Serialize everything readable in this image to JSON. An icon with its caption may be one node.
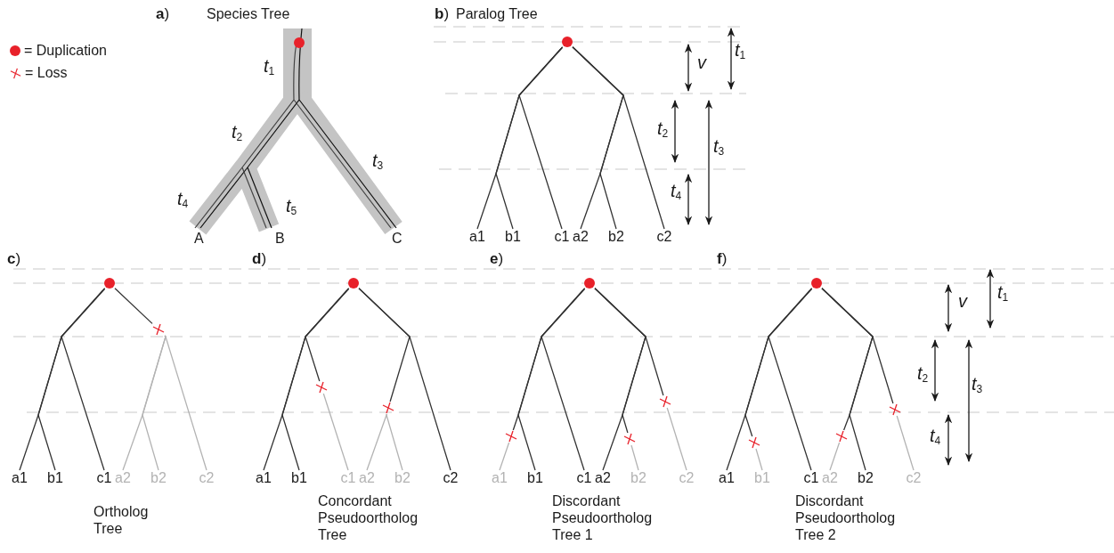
{
  "diagram": {
    "nodes": [
      {
        "text": [],
        "shape": "circle"
      },
      {
        "text": [
          "a1"
        ]
      },
      {
        "text": [
          "b1"
        ]
      },
      {
        "text": [
          "c1"
        ]
      },
      {
        "text": [
          "a2"
        ]
      },
      {
        "text": [
          "b2"
        ]
      },
      {
        "text": [
          "c2"
        ]
      },
      {
        "text": [],
        "shape": "circle"
      },
      {
        "text": [
          "a1"
        ]
      },
      {
        "text": [
          "b1"
        ]
      },
      {
        "text": [
          "c1"
        ]
      },
      {
        "text": [
          "a2"
        ]
      },
      {
        "text": [
          "b2"
        ]
      },
      {
        "text": [
          "c2"
        ]
      },
      {
        "text": [],
        "shape": "cross"
      },
      {
        "text": [],
        "shape": "circle"
      },
      {
        "text": [
          "a1"
        ]
      },
      {
        "text": [
          "b1"
        ]
      },
      {
        "text": [
          "c1"
        ]
      },
      {
        "text": [
          "a2"
        ]
      },
      {
        "text": [
          "b2"
        ]
      },
      {
        "text": [
          "c2"
        ]
      },
      {
        "text": [],
        "shape": "cross"
      },
      {
        "text": [],
        "shape": "cross"
      },
      {
        "text": [],
        "shape": "circle"
      },
      {
        "text": [
          "a1"
        ]
      },
      {
        "text": [
          "b1"
        ]
      },
      {
        "text": [
          "c1"
        ]
      },
      {
        "text": [
          "a2"
        ]
      },
      {
        "text": [
          "b2"
        ]
      },
      {
        "text": [
          "c2"
        ]
      },
      {
        "text": [],
        "shape": "cross"
      },
      {
        "text": [],
        "shape": "cross"
      },
      {
        "text": [],
        "shape": "cross"
      },
      {
        "text": [],
        "shape": "circle"
      },
      {
        "text": [
          "a1"
        ]
      },
      {
        "text": [
          "b1"
        ]
      },
      {
        "text": [
          "c1"
        ]
      },
      {
        "text": [
          "a2"
        ]
      },
      {
        "text": [
          "b2"
        ]
      },
      {
        "text": [
          "c2"
        ]
      },
      {
        "text": [],
        "shape": "cross"
      },
      {
        "text": [],
        "shape": "cross"
      },
      {
        "text": [],
        "shape": "cross"
      }
    ],
    "edges": [
      {
        "from": 0,
        "to": 1,
        "arrow": "none"
      },
      {
        "from": 0,
        "to": 2,
        "arrow": "none"
      },
      {
        "from": 0,
        "to": 3,
        "arrow": "none"
      },
      {
        "from": 0,
        "to": 4,
        "arrow": "none"
      },
      {
        "from": 0,
        "to": 5,
        "arrow": "none"
      },
      {
        "from": 0,
        "to": 6,
        "arrow": "none"
      },
      {
        "from": 7,
        "to": 8,
        "arrow": "none"
      },
      {
        "from": 7,
        "to": 9,
        "arrow": "none"
      },
      {
        "from": 7,
        "to": 10,
        "arrow": "none"
      },
      {
        "from": 7,
        "to": 14,
        "arrow": "none"
      },
      {
        "from": 14,
        "to": 11,
        "arrow": "none",
        "color": "#b3b3b3"
      },
      {
        "from": 14,
        "to": 12,
        "arrow": "none",
        "color": "#b3b3b3"
      },
      {
        "from": 14,
        "to": 13,
        "arrow": "none",
        "color": "#b3b3b3"
      },
      {
        "from": 15,
        "to": 16,
        "arrow": "none"
      },
      {
        "from": 15,
        "to": 17,
        "arrow": "none"
      },
      {
        "from": 15,
        "to": 22,
        "arrow": "none"
      },
      {
        "from": 22,
        "to": 18,
        "arrow": "none",
        "color": "#b3b3b3"
      },
      {
        "from": 15,
        "to": 23,
        "arrow": "none"
      },
      {
        "from": 23,
        "to": 19,
        "arrow": "none",
        "color": "#b3b3b3"
      },
      {
        "from": 23,
        "to": 20,
        "arrow": "none",
        "color": "#b3b3b3"
      },
      {
        "from": 15,
        "to": 21,
        "arrow": "none"
      },
      {
        "from": 24,
        "to": 31,
        "arrow": "none"
      },
      {
        "from": 31,
        "to": 25,
        "arrow": "none",
        "color": "#b3b3b3"
      },
      {
        "from": 24,
        "to": 26,
        "arrow": "none"
      },
      {
        "from": 24,
        "to": 27,
        "arrow": "none"
      },
      {
        "from": 24,
        "to": 28,
        "arrow": "none"
      },
      {
        "from": 24,
        "to": 32,
        "arrow": "none"
      },
      {
        "from": 32,
        "to": 29,
        "arrow": "none",
        "color": "#b3b3b3"
      },
      {
        "from": 24,
        "to": 33,
        "arrow": "none"
      },
      {
        "from": 33,
        "to": 30,
        "arrow": "none",
        "color": "#b3b3b3"
      },
      {
        "from": 34,
        "to": 35,
        "arrow": "none"
      },
      {
        "from": 34,
        "to": 41,
        "arrow": "none"
      },
      {
        "from": 41,
        "to": 36,
        "arrow": "none",
        "color": "#b3b3b3"
      },
      {
        "from": 34,
        "to": 37,
        "arrow": "none"
      },
      {
        "from": 34,
        "to": 42,
        "arrow": "none"
      },
      {
        "from": 42,
        "to": 38,
        "arrow": "none",
        "color": "#b3b3b3"
      },
      {
        "from": 34,
        "to": 39,
        "arrow": "none"
      },
      {
        "from": 34,
        "to": 43,
        "arrow": "none"
      },
      {
        "from": 43,
        "to": 40,
        "arrow": "none",
        "color": "#b3b3b3"
      }
    ],
    "labels": [
      "**a**)",
      "Species Tree",
      "*t*$_{1}$",
      "*t*$_{2}$",
      "*t*$_{3}$",
      "*t*$_{4}$",
      "*t*$_{5}$",
      "A",
      "B",
      "C",
      "**b**)",
      "Paralog Tree",
      "v",
      "*t*$_{1}$",
      "*t*$_{2}$",
      "*t*$_{3}$",
      "*t*$_{4}$",
      "**c**)",
      "**d**)",
      "**e**)",
      "**f**)",
      "v",
      "*t*$_{1}$",
      "*t*$_{2}$",
      "*t*$_{3}$",
      "*t*$_{4}$",
      "Ortholog Tree",
      "Concordant Pseudoortholog Tree",
      "Discordant Pseudoortholog Tree 1",
      "Discordant Pseudoortholog Tree 2"
    ],
    "legend": [
      {
        "text": "= Duplication"
      },
      {
        "text": "= Loss"
      }
    ]
  }
}
